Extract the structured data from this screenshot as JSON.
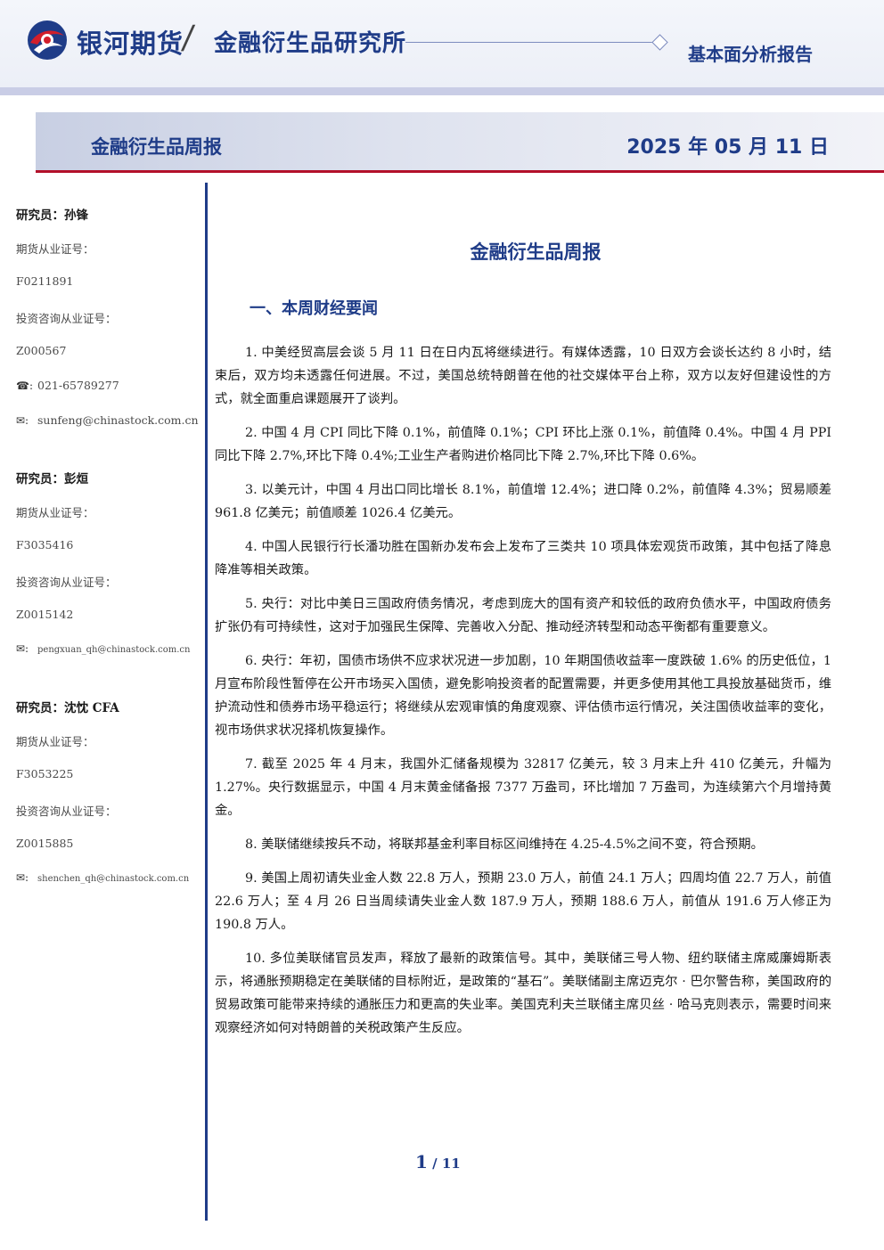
{
  "header": {
    "brand_name": "银河期货",
    "slash": "/",
    "institute": "金融衍生品研究所",
    "report_type": "基本面分析报告",
    "brand_color": "#1f3c88",
    "accent_color": "#b3102a"
  },
  "sub_header": {
    "title": "金融衍生品周报",
    "date": "2025 年 05 月 11 日"
  },
  "analysts": [
    {
      "name": "研究员：孙锋",
      "futures_label": "期货从业证号：",
      "futures_no": "F0211891",
      "consult_label": "投资咨询从业证号：",
      "consult_no": "Z000567",
      "phone": "021-65789277",
      "email": "sunfeng@chinastock.com.cn"
    },
    {
      "name": "研究员：彭烜",
      "futures_label": "期货从业证号：",
      "futures_no": "F3035416",
      "consult_label": "投资咨询从业证号：",
      "consult_no": "Z0015142",
      "email": "pengxuan_qh@chinastock.com.cn"
    },
    {
      "name": "研究员：沈忱 CFA",
      "futures_label": "期货从业证号：",
      "futures_no": "F3053225",
      "consult_label": "投资咨询从业证号：",
      "consult_no": "Z0015885",
      "email": "shenchen_qh@chinastock.com.cn"
    }
  ],
  "icons": {
    "phone": "phone-icon",
    "email": "email-icon"
  },
  "main": {
    "title": "金融衍生品周报",
    "section_heading": "一、本周财经要闻",
    "items": [
      "1. 中美经贸高层会谈 5 月 11 日在日内瓦将继续进行。有媒体透露，10 日双方会谈长达约 8 小时，结束后，双方均未透露任何进展。不过，美国总统特朗普在他的社交媒体平台上称，双方以友好但建设性的方式，就全面重启课题展开了谈判。",
      "2. 中国 4 月 CPI 同比下降 0.1%，前值降 0.1%；CPI 环比上涨 0.1%，前值降 0.4%。中国 4 月 PPI 同比下降 2.7%,环比下降 0.4%;工业生产者购进价格同比下降 2.7%,环比下降 0.6%。",
      "3. 以美元计，中国 4 月出口同比增长 8.1%，前值增 12.4%；进口降 0.2%，前值降 4.3%；贸易顺差 961.8 亿美元；前值顺差 1026.4 亿美元。",
      "4. 中国人民银行行长潘功胜在国新办发布会上发布了三类共 10 项具体宏观货币政策，其中包括了降息降准等相关政策。",
      "5. 央行：对比中美日三国政府债务情况，考虑到庞大的国有资产和较低的政府负债水平，中国政府债务扩张仍有可持续性，这对于加强民生保障、完善收入分配、推动经济转型和动态平衡都有重要意义。",
      "6. 央行：年初，国债市场供不应求状况进一步加剧，10 年期国债收益率一度跌破 1.6% 的历史低位，1 月宣布阶段性暂停在公开市场买入国债，避免影响投资者的配置需要，并更多使用其他工具投放基础货币，维护流动性和债券市场平稳运行；将继续从宏观审慎的角度观察、评估债市运行情况，关注国债收益率的变化，视市场供求状况择机恢复操作。",
      "7. 截至 2025 年 4 月末，我国外汇储备规模为 32817 亿美元，较 3 月末上升 410 亿美元，升幅为 1.27%。央行数据显示，中国 4 月末黄金储备报 7377 万盎司，环比增加 7 万盎司，为连续第六个月增持黄金。",
      "8. 美联储继续按兵不动，将联邦基金利率目标区间维持在 4.25-4.5%之间不变，符合预期。",
      "9. 美国上周初请失业金人数 22.8 万人，预期 23.0 万人，前值 24.1 万人；四周均值 22.7 万人，前值 22.6 万人；至 4 月 26 日当周续请失业金人数 187.9 万人，预期 188.6 万人，前值从 191.6 万人修正为 190.8 万人。",
      "10. 多位美联储官员发声，释放了最新的政策信号。其中，美联储三号人物、纽约联储主席威廉姆斯表示，将通胀预期稳定在美联储的目标附近，是政策的“基石”。美联储副主席迈克尔 · 巴尔警告称，美国政府的贸易政策可能带来持续的通胀压力和更高的失业率。美国克利夫兰联储主席贝丝 · 哈马克则表示，需要时间来观察经济如何对特朗普的关税政策产生反应。"
    ]
  },
  "footer": {
    "page": "1",
    "separator": " / ",
    "total": "11"
  }
}
